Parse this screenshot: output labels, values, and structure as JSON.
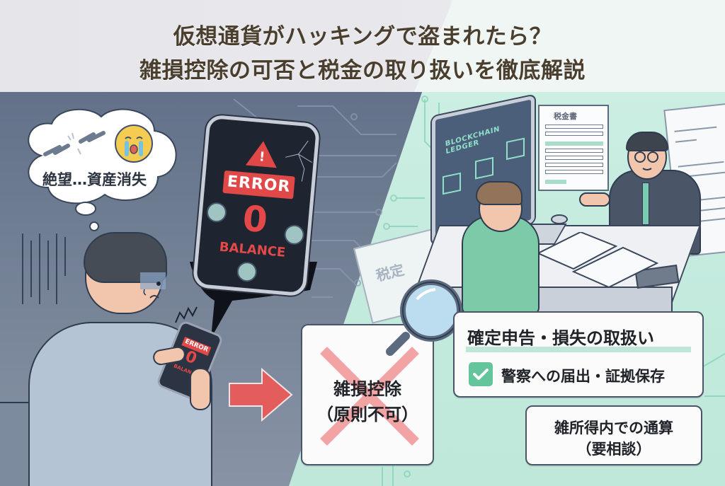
{
  "header": {
    "title_line1": "仮想通貨がハッキングで盗まれたら？",
    "title_line2": "雑損控除の可否と税金の取り扱いを徹底解説"
  },
  "left_scene": {
    "thought_bubble": {
      "text": "絶望…資産消失",
      "icons": [
        "broken-chain-icon",
        "crying-face-icon"
      ]
    },
    "big_phone": {
      "warning_icon": "warning-triangle-icon",
      "error_label": "ERROR",
      "balance_value": "0",
      "balance_label": "BALANCE",
      "coins": 3
    },
    "small_phone": {
      "error_label": "ERROR",
      "balance_value": "0",
      "balance_label": "BALANCE"
    }
  },
  "right_scene": {
    "monitor": {
      "label": "BLOCKCHAIN LEDGER"
    },
    "tax_form": {
      "title": "税金書"
    },
    "background_paper": {
      "text": "税定"
    }
  },
  "cards": {
    "deduction": {
      "main": "雑損控除",
      "sub": "（原則不可）"
    },
    "tax_handling": {
      "heading": "確定申告・損失の取扱い",
      "checklist": [
        "警察への届出・証拠保存"
      ]
    },
    "offset": {
      "line1": "雑所得内での通算",
      "line2": "（要相談）"
    }
  },
  "colors": {
    "left_bg": "#5b6a82",
    "right_bg": "#c8ede0",
    "title_text": "#4a3f2e",
    "error_red": "#e14848",
    "accent_green": "#64c49c",
    "arrow_red": "#e35d5d"
  }
}
